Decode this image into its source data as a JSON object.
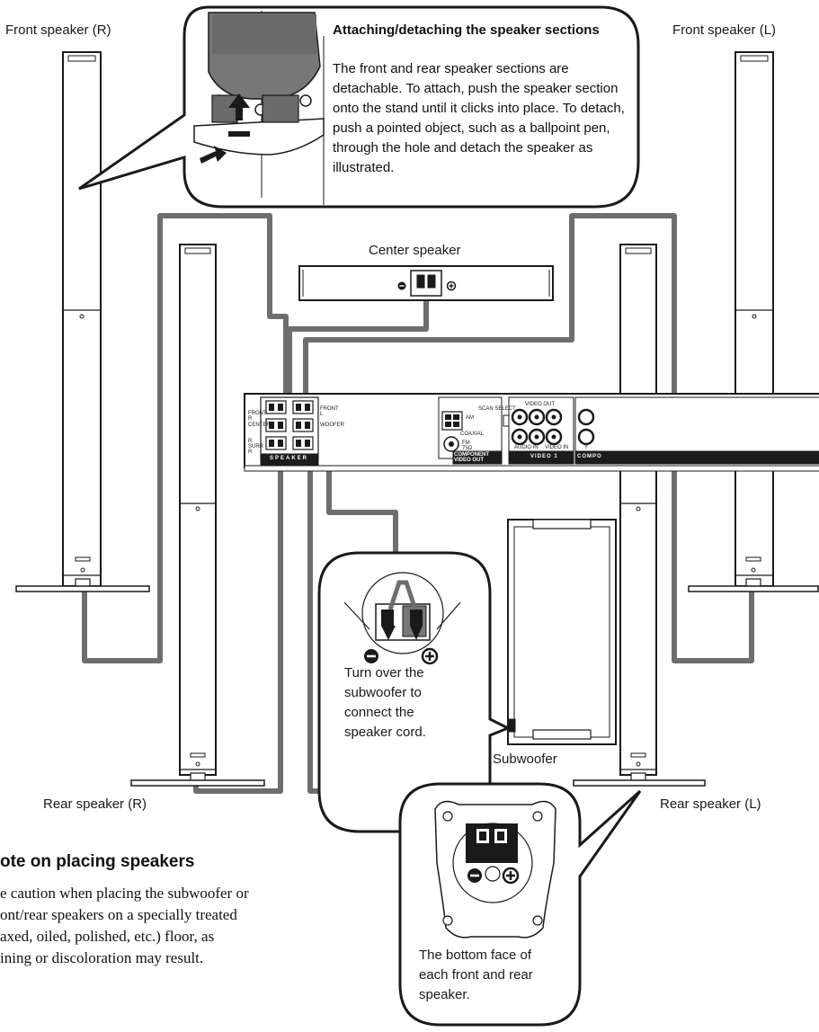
{
  "labels": {
    "front_right": "Front speaker (R)",
    "front_left": "Front speaker (L)",
    "center": "Center speaker",
    "rear_right": "Rear speaker (R)",
    "rear_left": "Rear speaker (L)",
    "subwoofer": "Subwoofer"
  },
  "attach_callout": {
    "title": "Attaching/detaching the speaker sections",
    "body": "The front and rear speaker sections are detachable. To attach, push the speaker section onto the stand until it clicks into place. To detach, push a pointed object, such as a ballpoint pen, through the hole and detach the speaker as illustrated."
  },
  "subwoofer_callout": {
    "lines": [
      "Turn over the",
      "subwoofer to",
      "connect the",
      "speaker cord."
    ]
  },
  "bottom_callout": {
    "lines": [
      "The bottom face of",
      "each front and rear",
      "speaker."
    ]
  },
  "note": {
    "title": "ote on placing speakers",
    "lines": [
      "e caution when placing the subwoofer or",
      "ont/rear speakers on a specially treated",
      "axed, oiled, polished, etc.) floor, as",
      "ining or discoloration may result."
    ]
  },
  "receiver_panel": {
    "speaker_section": "SPEAKER",
    "component_video_out": "COMPONENT VIDEO OUT",
    "video1": "VIDEO 1",
    "compo": "COMPO",
    "front_r": "FRONT R",
    "center": "CENTER",
    "r_surr_r": "R SURR R",
    "front_l": "FRONT L",
    "woofer": "WOOFER",
    "am": "AM",
    "fm": "FM 75Ω",
    "coaxial": "COAXIAL",
    "scan_select": "SCAN SELECT",
    "video_out": "VIDEO OUT",
    "audio_in": "AUDIO IN",
    "video_in": "VIDEO IN",
    "y": "Y"
  },
  "colors": {
    "cable": "#6e6e6e",
    "line": "#1a1a1a",
    "panel": "#1c1c1c"
  },
  "icons": [
    "plus-terminal-icon",
    "minus-terminal-icon",
    "arrow-icon",
    "screw-icon"
  ]
}
